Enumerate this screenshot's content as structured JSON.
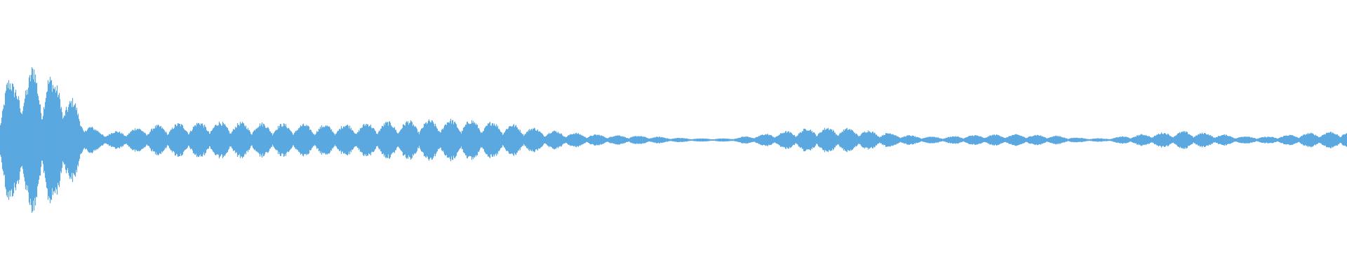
{
  "waveform": {
    "color": "#5BA8E0",
    "background": "#FFFFFF",
    "description_icon": "audio-waveform",
    "envelope": [
      [
        0.0,
        0.55
      ],
      [
        0.005,
        0.8
      ],
      [
        0.01,
        0.7
      ],
      [
        0.015,
        0.95
      ],
      [
        0.02,
        0.75
      ],
      [
        0.025,
        0.97
      ],
      [
        0.03,
        0.8
      ],
      [
        0.035,
        0.9
      ],
      [
        0.04,
        0.7
      ],
      [
        0.045,
        0.85
      ],
      [
        0.05,
        0.55
      ],
      [
        0.055,
        0.5
      ],
      [
        0.06,
        0.3
      ],
      [
        0.065,
        0.22
      ],
      [
        0.07,
        0.14
      ],
      [
        0.08,
        0.1
      ],
      [
        0.09,
        0.12
      ],
      [
        0.1,
        0.15
      ],
      [
        0.11,
        0.17
      ],
      [
        0.12,
        0.19
      ],
      [
        0.14,
        0.22
      ],
      [
        0.16,
        0.23
      ],
      [
        0.18,
        0.22
      ],
      [
        0.2,
        0.21
      ],
      [
        0.22,
        0.2
      ],
      [
        0.24,
        0.19
      ],
      [
        0.26,
        0.2
      ],
      [
        0.28,
        0.22
      ],
      [
        0.3,
        0.24
      ],
      [
        0.32,
        0.25
      ],
      [
        0.34,
        0.26
      ],
      [
        0.36,
        0.24
      ],
      [
        0.38,
        0.2
      ],
      [
        0.4,
        0.14
      ],
      [
        0.42,
        0.1
      ],
      [
        0.44,
        0.07
      ],
      [
        0.46,
        0.06
      ],
      [
        0.48,
        0.05
      ],
      [
        0.5,
        0.03
      ],
      [
        0.52,
        0.02
      ],
      [
        0.54,
        0.02
      ],
      [
        0.56,
        0.06
      ],
      [
        0.58,
        0.1
      ],
      [
        0.6,
        0.15
      ],
      [
        0.62,
        0.16
      ],
      [
        0.64,
        0.13
      ],
      [
        0.66,
        0.09
      ],
      [
        0.68,
        0.05
      ],
      [
        0.7,
        0.04
      ],
      [
        0.72,
        0.06
      ],
      [
        0.74,
        0.07
      ],
      [
        0.76,
        0.07
      ],
      [
        0.78,
        0.06
      ],
      [
        0.8,
        0.03
      ],
      [
        0.82,
        0.02
      ],
      [
        0.84,
        0.06
      ],
      [
        0.86,
        0.09
      ],
      [
        0.88,
        0.11
      ],
      [
        0.9,
        0.08
      ],
      [
        0.92,
        0.05
      ],
      [
        0.94,
        0.04
      ],
      [
        0.96,
        0.07
      ],
      [
        0.98,
        0.1
      ],
      [
        1.0,
        0.11
      ]
    ]
  }
}
